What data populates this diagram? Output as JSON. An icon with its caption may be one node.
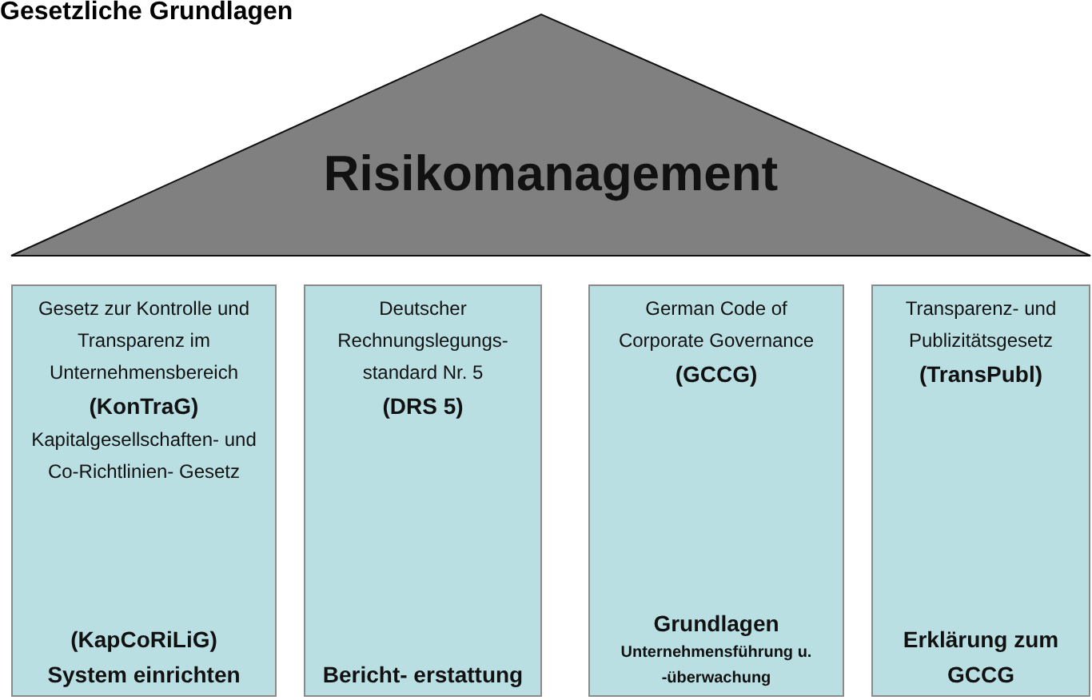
{
  "diagram": {
    "title": "Gesetzliche Grundlagen",
    "nodes": [
      {
        "text": [
          "Risikomanagement"
        ]
      },
      {
        "text": [
          "Gesetz zur Kontrolle und Transparenz im Unternehmensbereich",
          "(KonTraG)",
          "Kapitalgesellschaften- und Co-Richtlinien- Gesetz",
          "(**KapCoRiLiG)**",
          "System einrichten"
        ]
      },
      {
        "text": [
          "Deutscher Rechnungslegungs- standard Nr. 5",
          "(DRS 5)",
          "Bericht- erstattung"
        ]
      },
      {
        "text": [
          "German Code of Corporate Governance",
          "(GCCG)",
          "Grundlagen",
          "Unternehmensführung u. -überwachung"
        ]
      },
      {
        "text": [
          "Transparenz- und Publizitätsgesetz",
          "(TransPubl)",
          "Erklärung zum GCCG"
        ]
      }
    ],
    "edges": []
  }
}
